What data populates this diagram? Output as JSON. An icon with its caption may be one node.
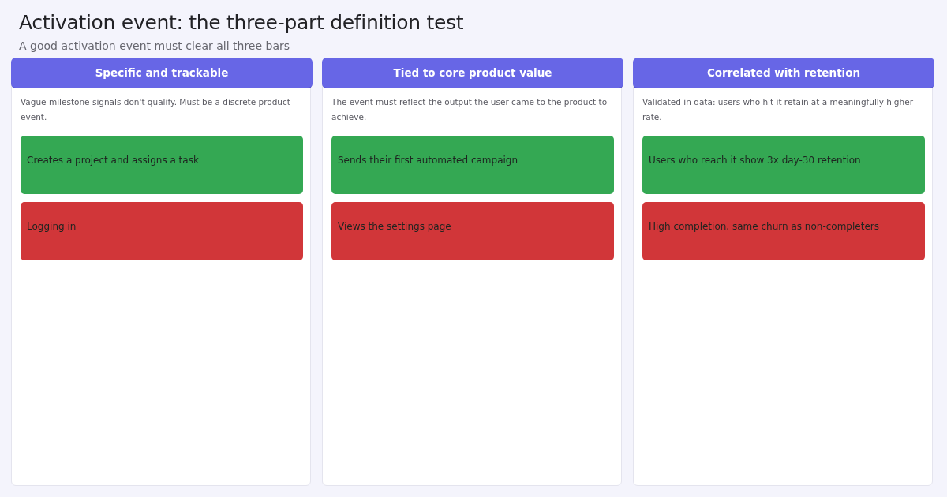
{
  "diagram": {
    "title": "Activation event: the three-part definition test",
    "nodes": [
      {
        "text": [
          "Specific and trackable",
          "Vague milestone signals don't qualify. Must be a discrete product event."
        ]
      },
      {
        "text": [
          "Creates a project and assigns a task"
        ],
        "in": 0
      },
      {
        "text": [
          "Logging in"
        ],
        "in": 0
      },
      {
        "text": [
          "Tied to core product value",
          "The event must reflect the output the user came to the product to achieve."
        ]
      },
      {
        "text": [
          "Sends their first automated campaign"
        ],
        "in": 3
      },
      {
        "text": [
          "Views the settings page"
        ],
        "in": 3
      },
      {
        "text": [
          "Correlated with retention",
          "Validated in data: users who hit it retain at a meaningfully higher rate."
        ]
      },
      {
        "text": [
          "Users who reach it show 3x day-30 retention"
        ],
        "in": 6
      },
      {
        "text": [
          "High completion, same churn as non-completers"
        ],
        "in": 6
      }
    ],
    "edges": [],
    "labels": [
      "A good activation event must clear all three bars"
    ]
  }
}
